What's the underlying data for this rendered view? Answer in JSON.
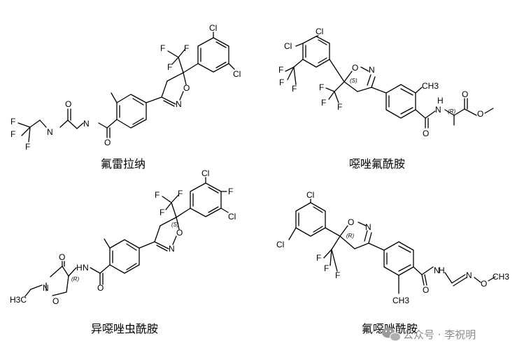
{
  "compounds": [
    {
      "id": "fluralaner",
      "caption": "氟雷拉纳",
      "atoms": [
        "Cl",
        "Cl",
        "F",
        "F",
        "F",
        "O",
        "N",
        "O",
        "N",
        "O",
        "N",
        "F",
        "F",
        "F"
      ],
      "stereo": []
    },
    {
      "id": "oxazolidamide",
      "caption": "噁唑氟酰胺",
      "atoms": [
        "Cl",
        "Cl",
        "F",
        "F",
        "F",
        "O",
        "N",
        "F",
        "F",
        "F",
        "CH3",
        "N",
        "H",
        "O",
        "O",
        "O"
      ],
      "stereo": [
        "(S)",
        "(R)"
      ]
    },
    {
      "id": "isocycloseram",
      "caption": "异噁唑虫酰胺",
      "atoms": [
        "Cl",
        "F",
        "Cl",
        "F",
        "F",
        "F",
        "O",
        "N",
        "O",
        "N",
        "H",
        "O",
        "N",
        "O",
        "H3C"
      ],
      "stereo": [
        "(S)",
        "(R)"
      ]
    },
    {
      "id": "fluoxazolamide",
      "caption": "氟噁唑酰胺",
      "atoms": [
        "Cl",
        "Cl",
        "O",
        "N",
        "F",
        "F",
        "F",
        "O",
        "N",
        "H",
        "N",
        "O",
        "CH3",
        "CH3"
      ],
      "stereo": [
        "(R)"
      ]
    }
  ],
  "watermark": {
    "icon": "wechat-icon",
    "text": "公众号 · 李祝明"
  }
}
